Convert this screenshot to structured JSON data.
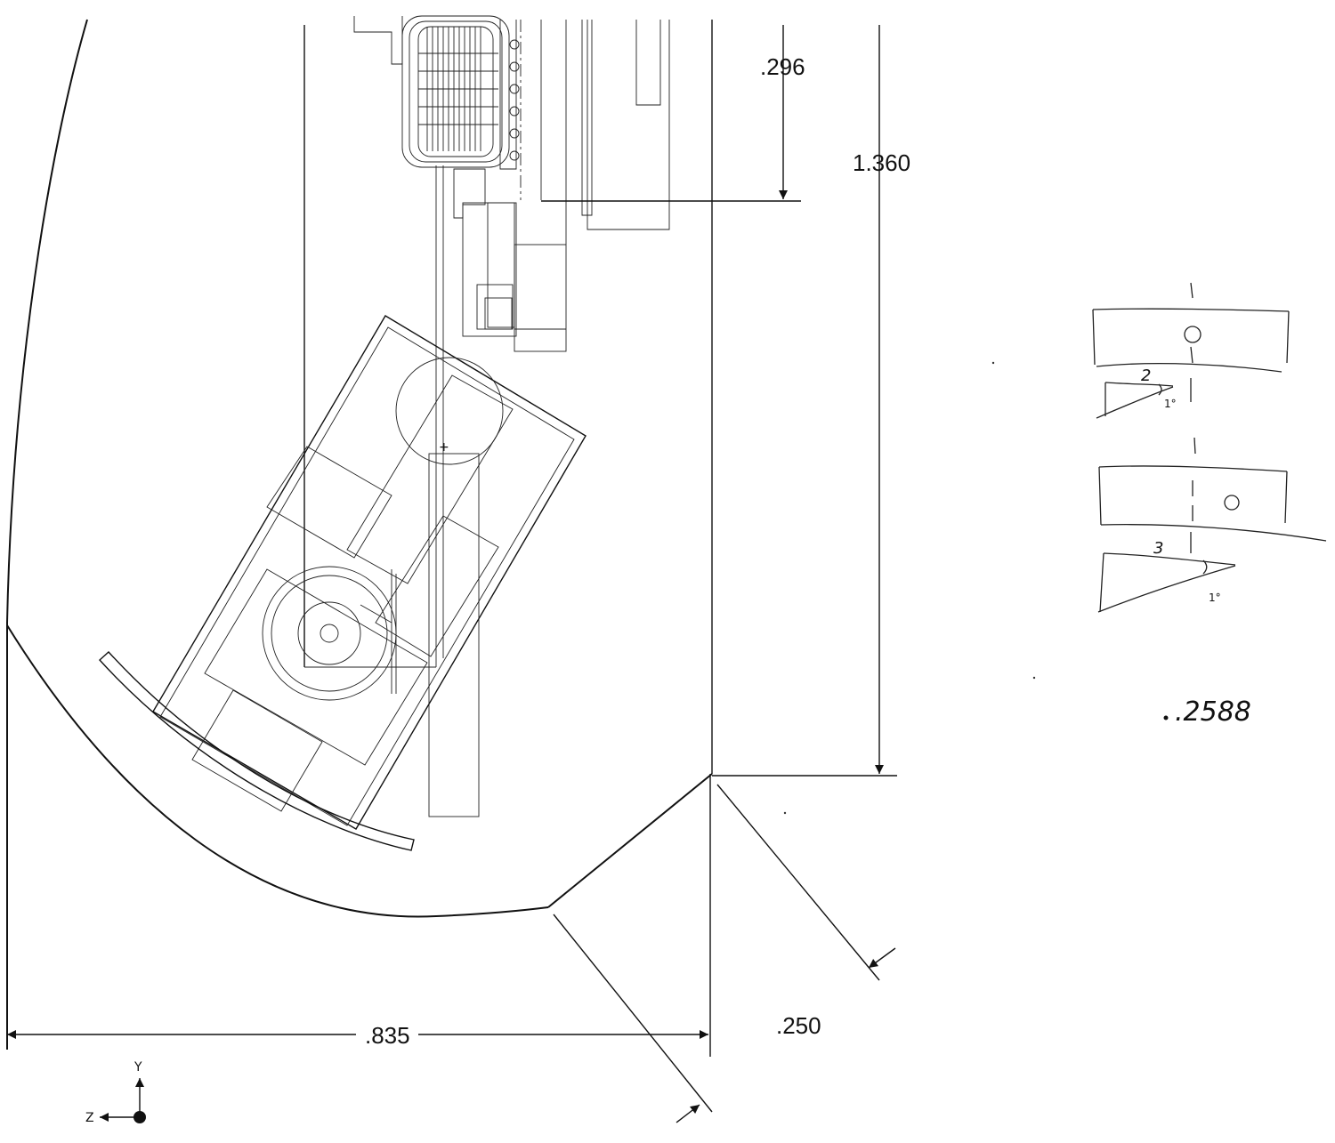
{
  "dimensions": {
    "top_offset": ".296",
    "height": "1.360",
    "width": ".835",
    "chamfer": ".250"
  },
  "sketch": {
    "note_top_leg": "2",
    "note_top_angle": "1°",
    "note_bottom_leg": "3",
    "note_bottom_angle": "1°",
    "value": ".2588"
  },
  "triad": {
    "y_label": "Y",
    "z_label": "Z"
  }
}
